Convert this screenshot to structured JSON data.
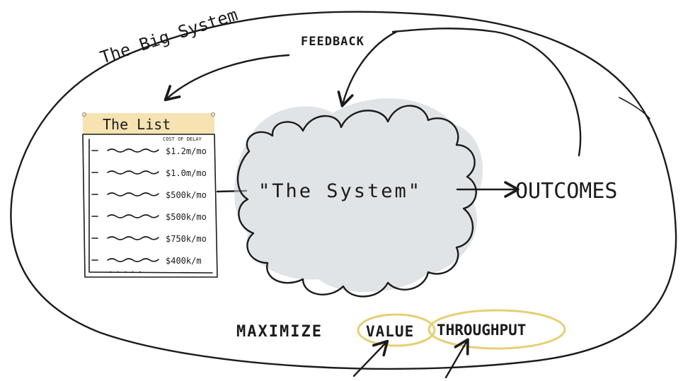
{
  "diagram": {
    "outer_label": "The Big System",
    "feedback_label": "FEEDBACK",
    "list": {
      "title": "The List",
      "column_header": "COST OF DELAY",
      "items": [
        {
          "value": "$1.2m/mo"
        },
        {
          "value": "$1.0m/mo"
        },
        {
          "value": "$500k/mo"
        },
        {
          "value": "$500k/mo"
        },
        {
          "value": "$750k/mo"
        },
        {
          "value": "$400k/m"
        }
      ],
      "more_indicator": "....."
    },
    "system_label": "\"The System\"",
    "outcomes_label": "OUTCOMES",
    "bottom": {
      "maximize": "MAXIMIZE",
      "value": "VALUE",
      "throughput": "THROUGHPUT"
    },
    "colors": {
      "ink": "#1b1b1b",
      "highlight": "#e6cf72",
      "list_header_fill": "#f6e3b2",
      "cloud_shade": "#c9cdd1"
    }
  }
}
